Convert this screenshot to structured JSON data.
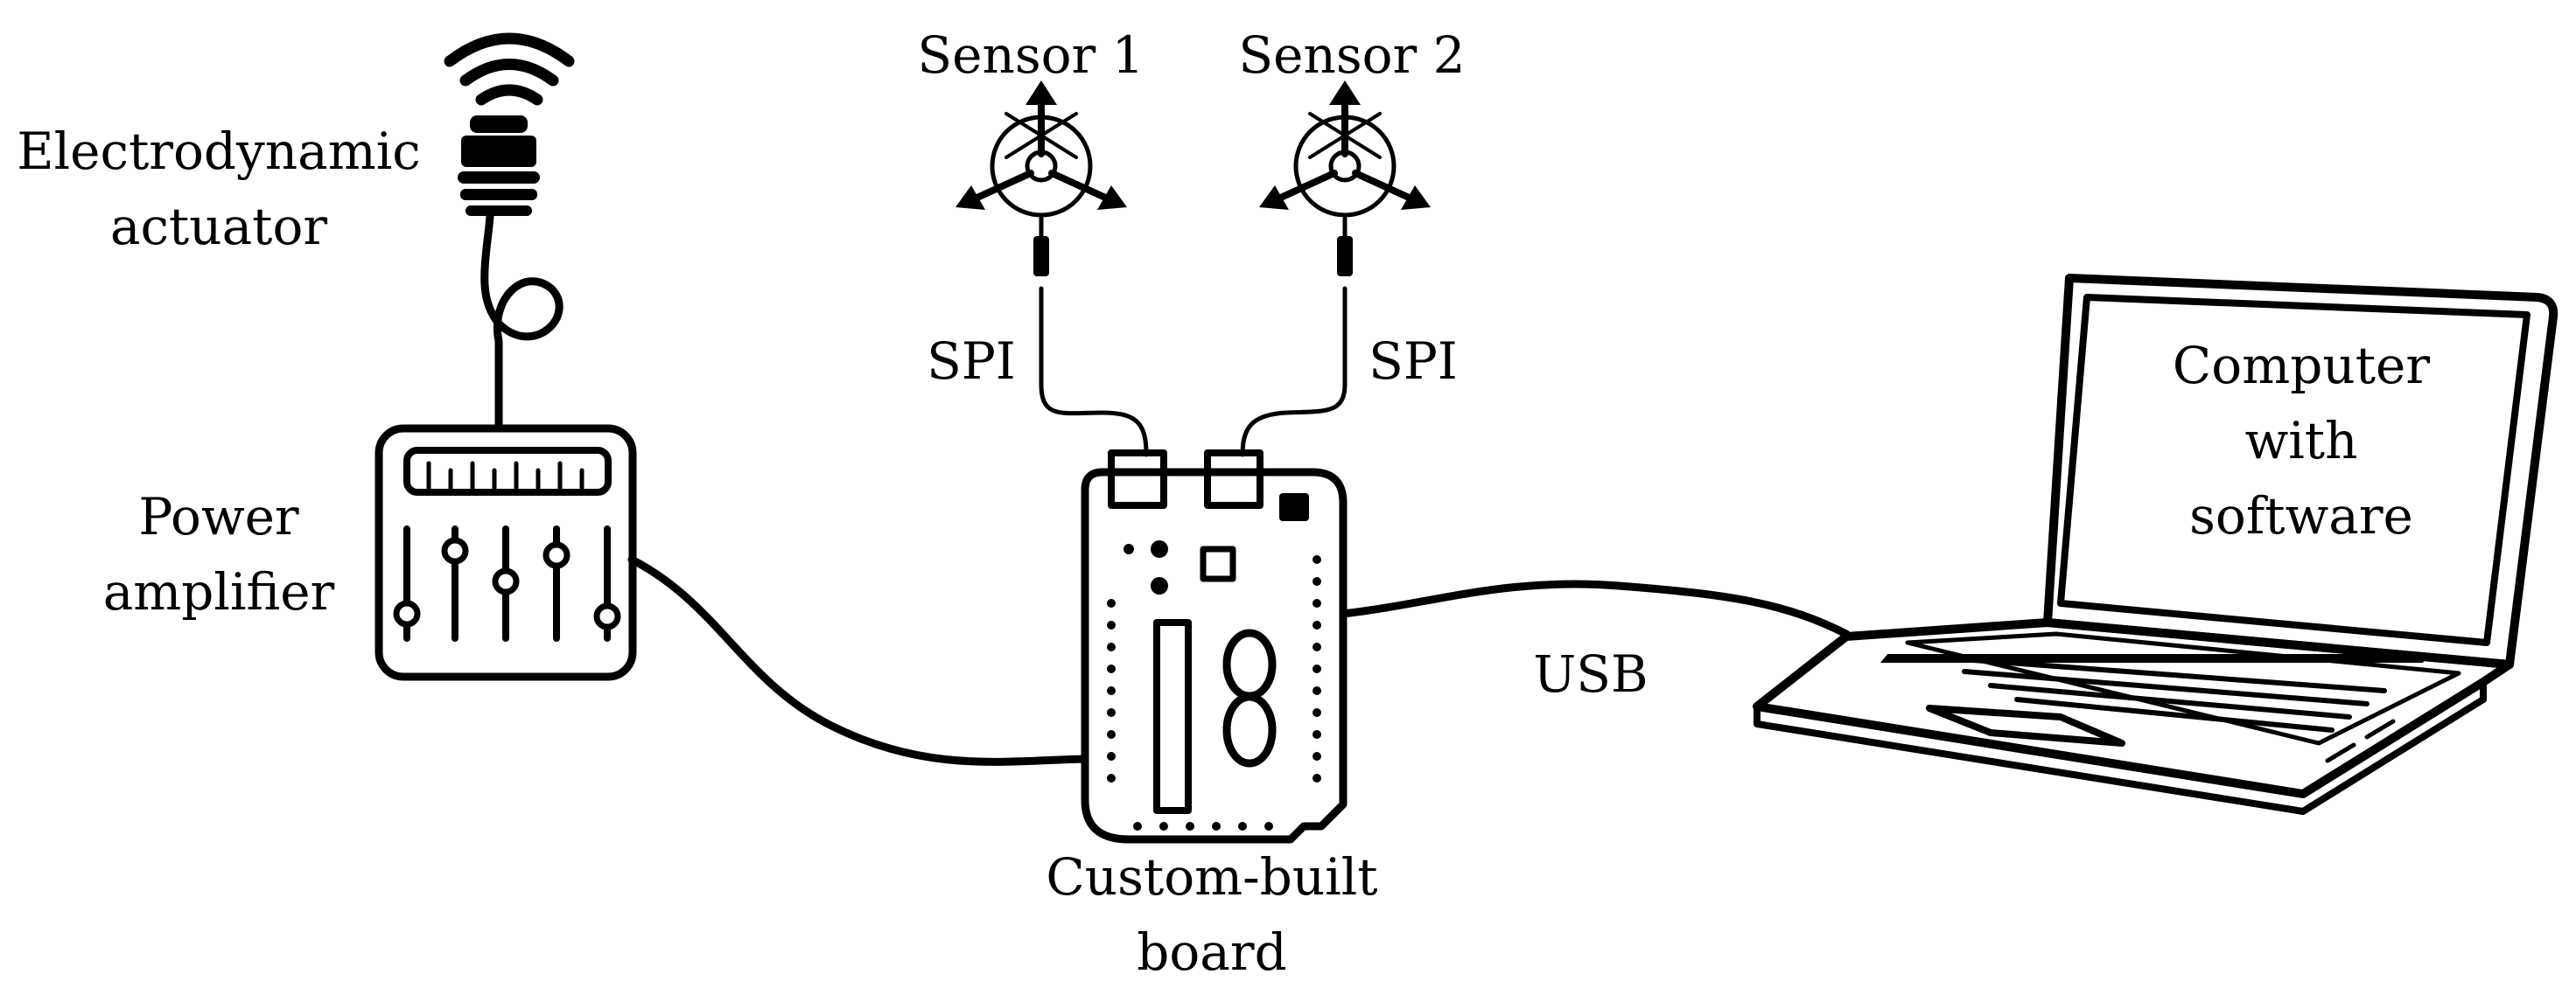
{
  "labels": {
    "actuator": [
      "Electrodynamic",
      "actuator"
    ],
    "amplifier": [
      "Power",
      "amplifier"
    ],
    "sensor1": "Sensor 1",
    "sensor2": "Sensor 2",
    "spi_left": "SPI",
    "spi_right": "SPI",
    "usb": "USB",
    "board": [
      "Custom-built",
      "board"
    ],
    "computer": [
      "Computer",
      "with",
      "software"
    ]
  },
  "icons": [
    "wireless-signal-icon",
    "actuator-coil-icon",
    "mixer-console-icon",
    "sensor-axes-icon",
    "microcontroller-board-icon",
    "laptop-icon"
  ],
  "colors": {
    "ink": "#000000",
    "background": "#ffffff"
  }
}
